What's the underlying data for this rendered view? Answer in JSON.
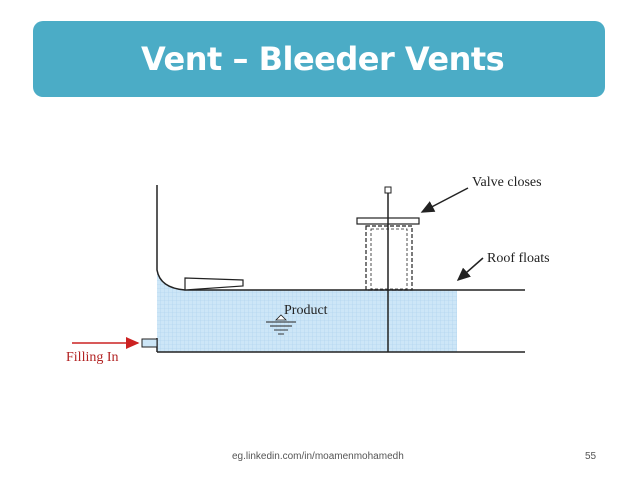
{
  "title": "Vent – Bleeder Vents",
  "diagram": {
    "labels": {
      "valve_closes": "Valve closes",
      "roof_floats": "Roof floats",
      "product": "Product",
      "filling_in": "Filling In"
    },
    "colors": {
      "liquid": "#cde6f7",
      "liquid_grid": "#a9d0ee",
      "stroke": "#222222",
      "arrow_red": "#cc2222",
      "banner": "#4bacc6"
    }
  },
  "footer": {
    "source": "eg.linkedin.com/in/moamenmohamedh",
    "page_number": "55"
  }
}
